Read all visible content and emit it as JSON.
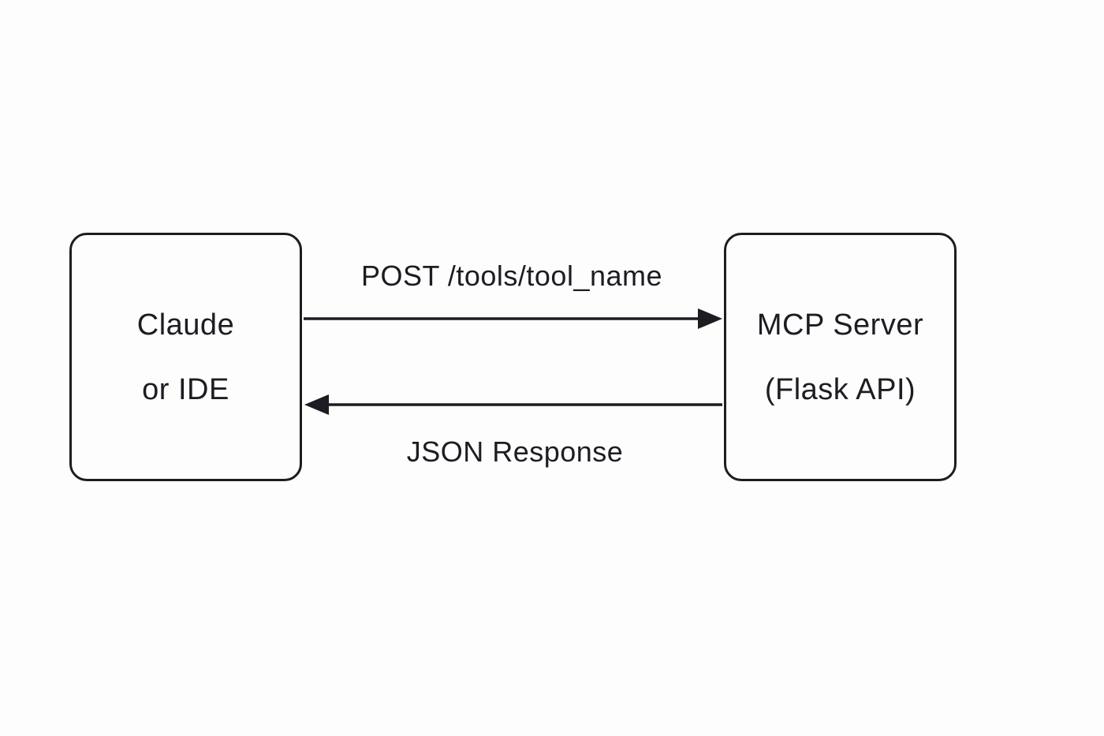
{
  "diagram": {
    "background_color": "#fdfdfd",
    "stroke_color": "#1b1d23",
    "nodes": {
      "client": {
        "line1": "Claude",
        "line2": "or IDE"
      },
      "server": {
        "line1": "MCP Server",
        "line2": "(Flask API)"
      }
    },
    "edges": {
      "request": {
        "label": "POST /tools/tool_name",
        "from": "client",
        "to": "server",
        "direction": "right"
      },
      "response": {
        "label": "JSON Response",
        "from": "server",
        "to": "client",
        "direction": "left"
      }
    }
  }
}
